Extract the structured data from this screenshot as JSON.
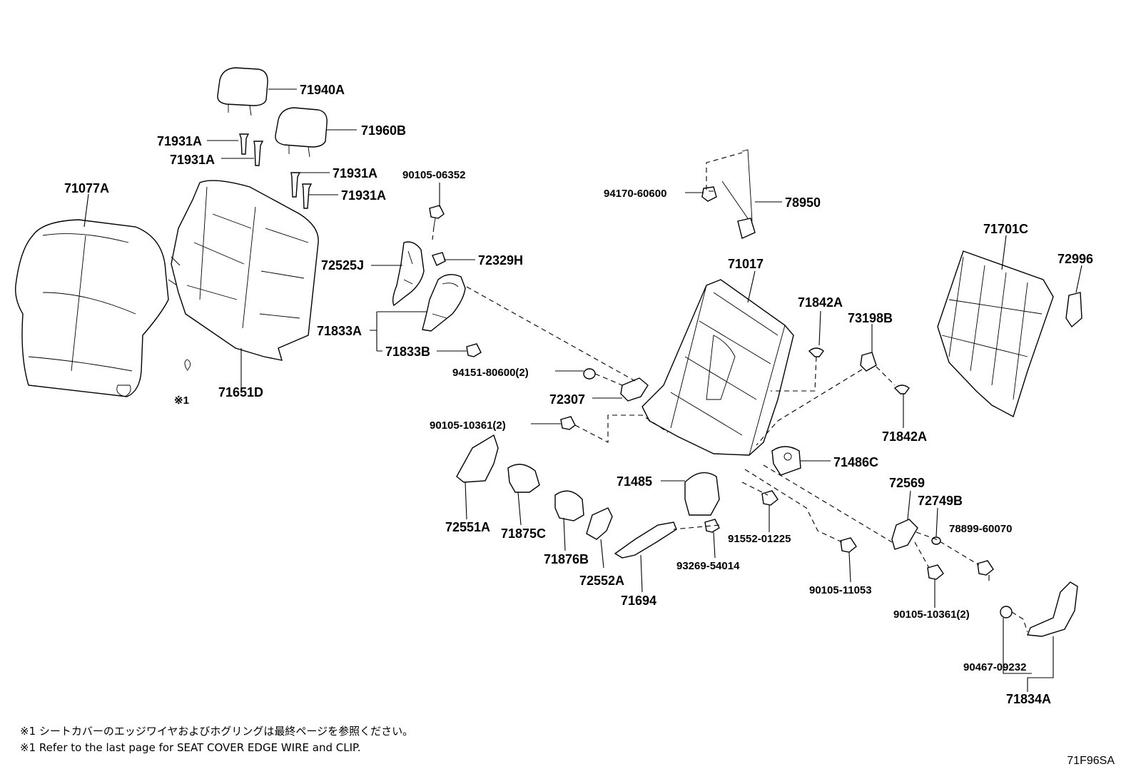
{
  "labels": {
    "l71940A": "71940A",
    "l71960B": "71960B",
    "l71931A_1": "71931A",
    "l71931A_2": "71931A",
    "l71931A_3": "71931A",
    "l71931A_4": "71931A",
    "l71077A": "71077A",
    "l71651D": "71651D",
    "lnote1": "※1",
    "l90105_06352": "90105-06352",
    "l72525J": "72525J",
    "l72329H": "72329H",
    "l71833A": "71833A",
    "l71833B": "71833B",
    "l94151_80600": "94151-80600(2)",
    "l72307": "72307",
    "l90105_10361a": "90105-10361(2)",
    "l94170_60600": "94170-60600",
    "l78950": "78950",
    "l71017": "71017",
    "l71842A_1": "71842A",
    "l73198B": "73198B",
    "l71842A_2": "71842A",
    "l71701C": "71701C",
    "l72996": "72996",
    "l71486C": "71486C",
    "l71485": "71485",
    "l72551A": "72551A",
    "l71875C": "71875C",
    "l71876B": "71876B",
    "l72552A": "72552A",
    "l71694": "71694",
    "l93269_54014": "93269-54014",
    "l91552_01225": "91552-01225",
    "l90105_11053": "90105-11053",
    "l72569": "72569",
    "l72749B": "72749B",
    "l78899_60070": "78899-60070",
    "l90105_10361b": "90105-10361(2)",
    "l90467_09232": "90467-09232",
    "l71834A": "71834A"
  },
  "notes": {
    "jp": "※1 シートカバーのエッジワイヤおよびホグリングは最終ページを参照ください。",
    "en": "※1 Refer to the last page for SEAT COVER EDGE WIRE and CLIP."
  },
  "diagram_code": "71F96SA"
}
